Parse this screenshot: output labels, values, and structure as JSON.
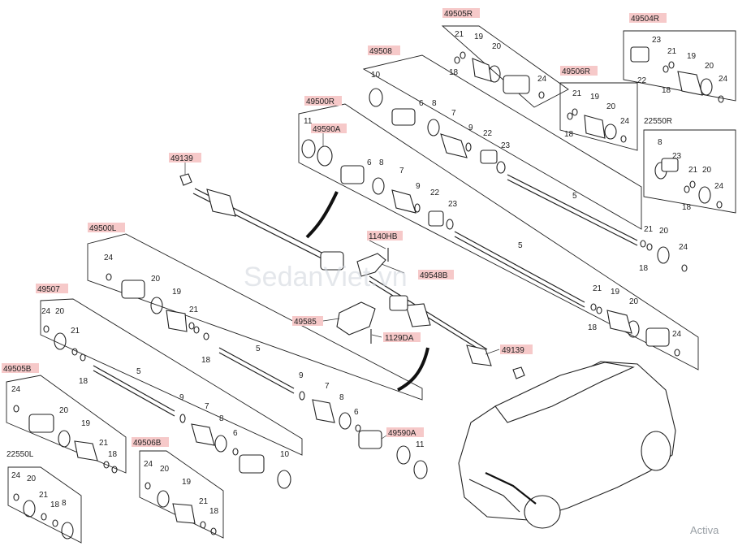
{
  "group_labels": {
    "g49505R": "49505R",
    "g49504R": "49504R",
    "g49508": "49508",
    "g49506R": "49506R",
    "g22550R": "22550R",
    "g49500R": "49500R",
    "g49139a": "49139",
    "g49500L": "49500L",
    "g1140HB": "1140HB",
    "g49548B": "49548B",
    "g49507": "49507",
    "g49585": "49585",
    "g1129DA": "1129DA",
    "g49139b": "49139",
    "g49590Aa": "49590A",
    "g49590Ab": "49590A",
    "g49505B": "49505B",
    "g49506B": "49506B",
    "g22550L": "22550L"
  },
  "numbers": {
    "n_10": "10",
    "n_5": "5",
    "n_6": "6",
    "n_7": "7",
    "n_8": "8",
    "n_9": "9",
    "n_11": "11",
    "n_18": "18",
    "n_19": "19",
    "n_20": "20",
    "n_21": "21",
    "n_22": "22",
    "n_23": "23",
    "n_24": "24"
  },
  "watermark": "SedanViet.vn",
  "activate_text": "Activa",
  "colors": {
    "highlight": "#f6c9c9",
    "line": "#222222"
  }
}
